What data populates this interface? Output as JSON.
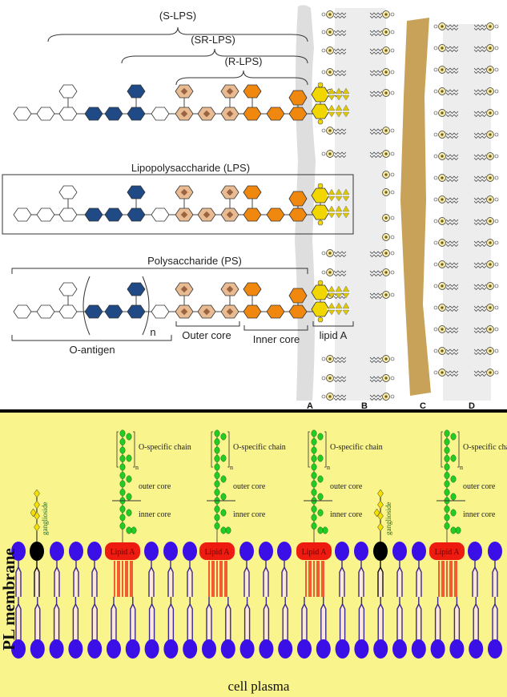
{
  "top_panel": {
    "brackets": {
      "s_lps": "(S-LPS)",
      "sr_lps": "(SR-LPS)",
      "r_lps": "(R-LPS)",
      "lps": "Lipopolysaccharide (LPS)",
      "ps": "Polysaccharide (PS)"
    },
    "regions": {
      "n": "n",
      "o_antigen": "O-antigen",
      "outer_core": "Outer core",
      "inner_core": "Inner core",
      "lipid_a": "lipid A"
    },
    "layers": [
      "A",
      "B",
      "C",
      "D"
    ],
    "colors": {
      "white_sugar": "#ffffff",
      "o_antigen_sugar": "#1f4a86",
      "outer_core_sugar": "#e9bb92",
      "inner_core_sugar": "#f0880f",
      "lipid_a": "#f2d600",
      "layer_c": "#c9a25a"
    }
  },
  "bottom_panel": {
    "lps_labels": {
      "o_specific": "O-specific chain",
      "n": "n",
      "outer_core": "outer core",
      "inner_core": "inner core",
      "lipid_a": "Lipid A"
    },
    "ganglioside": "ganglioside",
    "membrane_label": "PL membrane",
    "plasma_label": "cell plasma",
    "colors": {
      "background": "#f9f48c",
      "head": "#3b10e6",
      "lipid_a": "#ee1c10",
      "sugar_green": "#22cc22",
      "ganglioside_head": "#000000",
      "ganglioside_sugar": "#f5e000"
    }
  }
}
